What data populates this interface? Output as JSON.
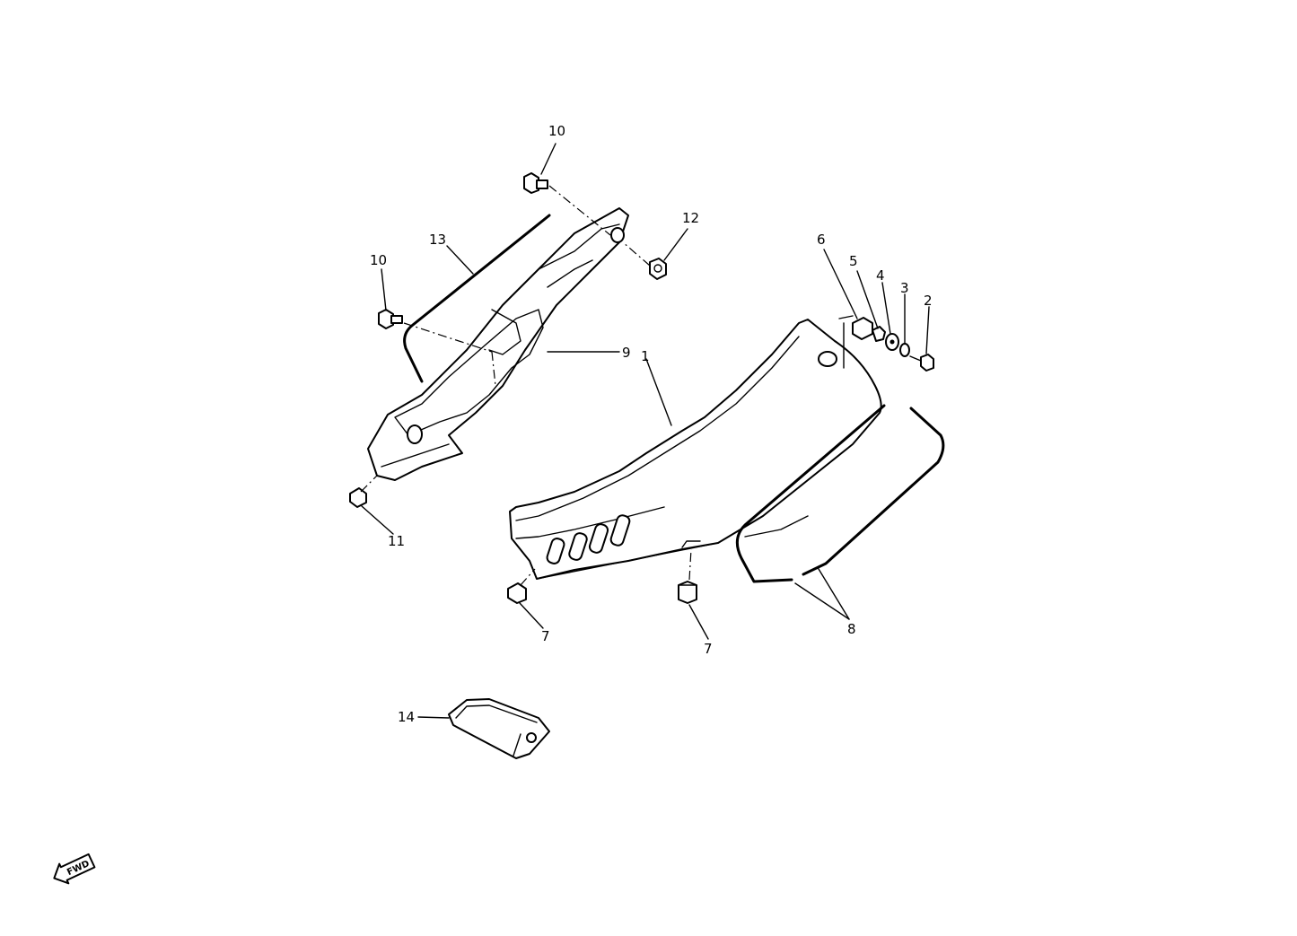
{
  "labels": {
    "l1": "1",
    "l2": "2",
    "l3": "3",
    "l4": "4",
    "l5": "5",
    "l6": "6",
    "l7a": "7",
    "l7b": "7",
    "l8": "8",
    "l9": "9",
    "l10a": "10",
    "l10b": "10",
    "l11": "11",
    "l12": "12",
    "l13": "13",
    "l14": "14"
  },
  "fwd_label": "FWD"
}
